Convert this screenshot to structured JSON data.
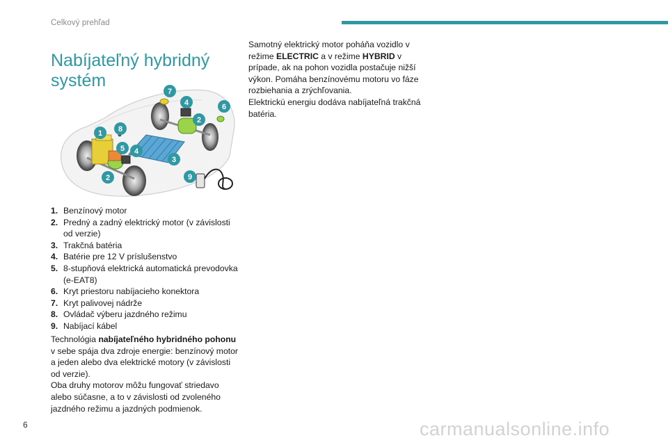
{
  "header": {
    "section": "Celkový prehľad",
    "accent_color": "#2f98a3"
  },
  "title": "Nabíjateľný hybridný systém",
  "figure": {
    "callouts": [
      "1",
      "2",
      "2",
      "3",
      "4",
      "4",
      "5",
      "6",
      "7",
      "8",
      "9"
    ]
  },
  "legend": [
    {
      "num": "1.",
      "text": "Benzínový motor"
    },
    {
      "num": "2.",
      "text": "Predný a zadný elektrický motor (v závislosti od verzie)"
    },
    {
      "num": "3.",
      "text": "Trakčná batéria"
    },
    {
      "num": "4.",
      "text": "Batérie pre 12 V príslušenstvo"
    },
    {
      "num": "5.",
      "text": "8-stupňová elektrická automatická prevodovka (e-EAT8)"
    },
    {
      "num": "6.",
      "text": "Kryt priestoru nabíjacieho konektora"
    },
    {
      "num": "7.",
      "text": "Kryt palivovej nádrže"
    },
    {
      "num": "8.",
      "text": "Ovládač výberu jazdného režimu"
    },
    {
      "num": "9.",
      "text": "Nabíjací kábel"
    }
  ],
  "left_paragraph": {
    "intro": "Technológia ",
    "bold": "nabíjateľného hybridného pohonu",
    "rest": " v sebe spája dva zdroje energie: benzínový motor a jeden alebo dva elektrické motory (v závislosti od verzie).",
    "line2": "Oba druhy motorov môžu fungovať striedavo alebo súčasne, a to v závislosti od zvoleného jazdného režimu a jazdných podmienok."
  },
  "right_paragraph": {
    "p1": "Samotný elektrický motor poháňa vozidlo v režime ",
    "b1": "ELECTRIC",
    "p2": " a v režime ",
    "b2": "HYBRID",
    "p3": " v prípade, ak na pohon vozidla postačuje nižší výkon. Pomáha benzínovému motoru vo fáze rozbiehania a zrýchľovania.",
    "line2": "Elektrickú energiu dodáva nabíjateľná trakčná batéria."
  },
  "page_number": "6",
  "watermark": "carmanualsonline.info"
}
